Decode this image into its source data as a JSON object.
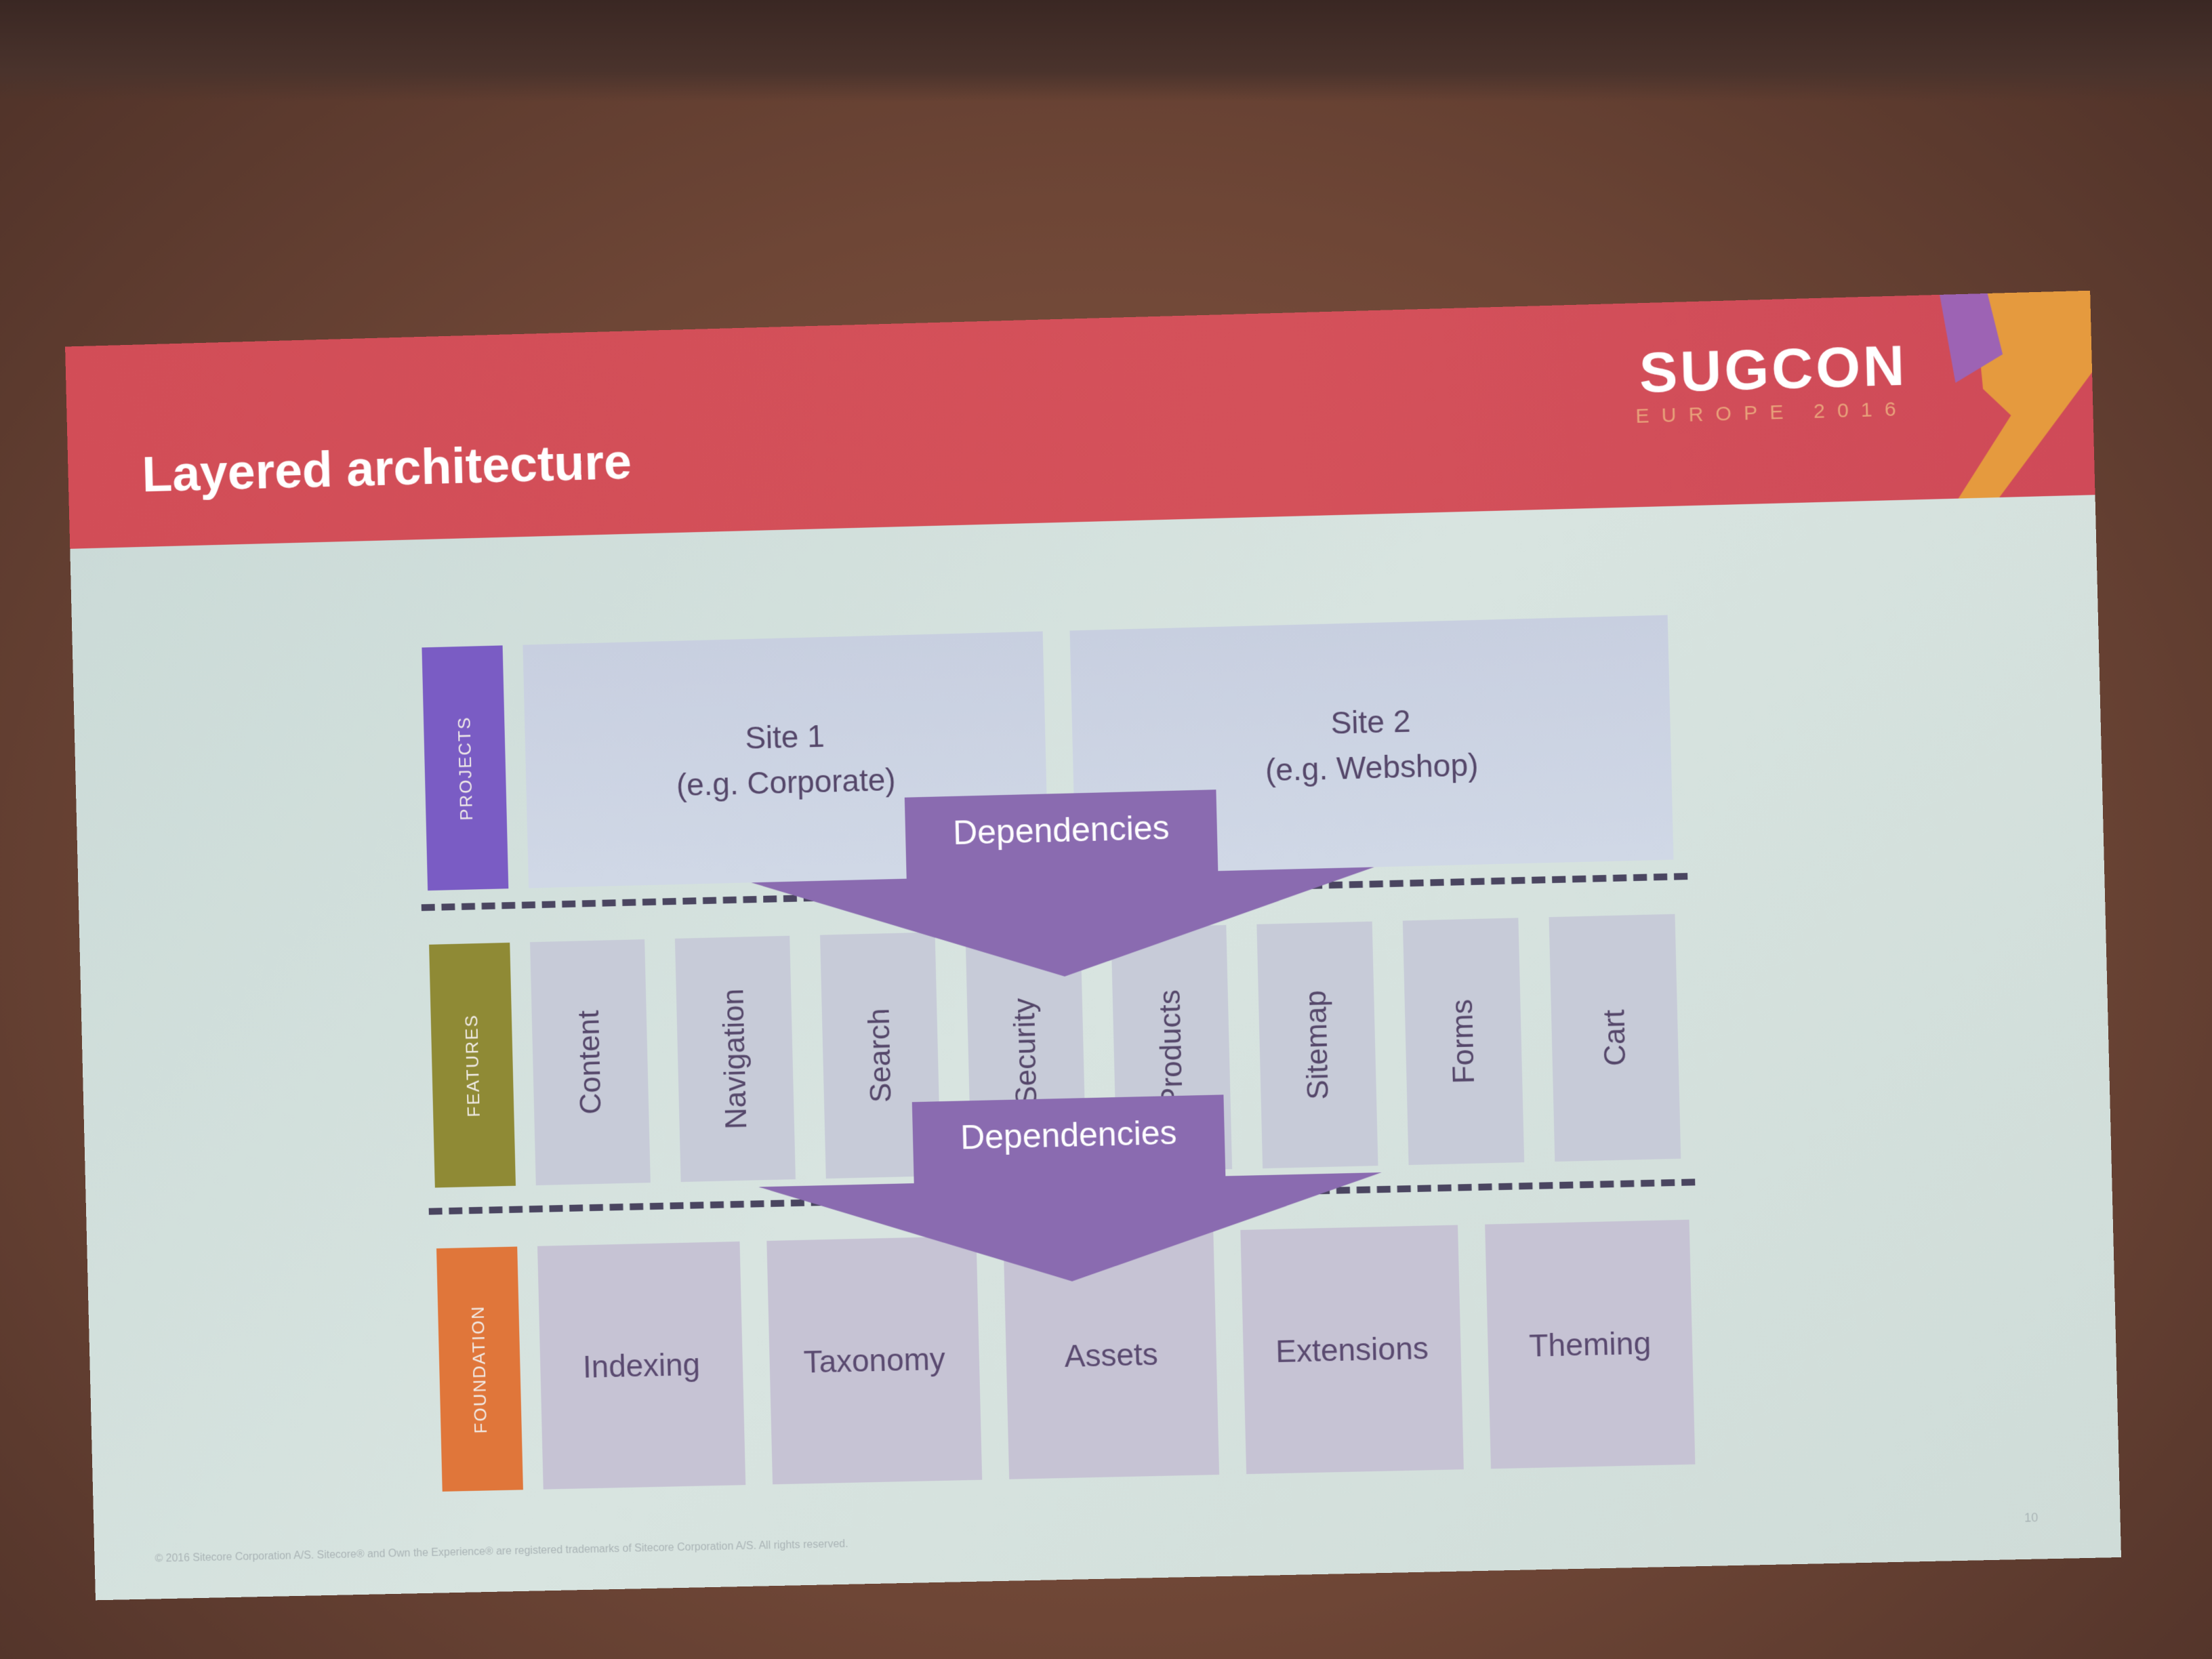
{
  "slide": {
    "title": "Layered architecture",
    "logo": {
      "main": "SUGCON",
      "sub": "EUROPE 2016"
    },
    "footer": "© 2016 Sitecore Corporation A/S. Sitecore® and Own the Experience® are registered trademarks of Sitecore Corporation A/S. All rights reserved.",
    "page_number": "10"
  },
  "colors": {
    "header": "#d24d57",
    "projects": "#7a5cc4",
    "features": "#8f8a35",
    "foundation": "#e0763a",
    "arrow": "#8a6bb0",
    "box": "#c7cbd8"
  },
  "layers": {
    "projects": {
      "label": "PROJECTS",
      "sites": [
        {
          "name": "Site 1",
          "note": "(e.g. Corporate)"
        },
        {
          "name": "Site 2",
          "note": "(e.g. Webshop)"
        }
      ]
    },
    "features": {
      "label": "FEATURES",
      "items": [
        "Content",
        "Navigation",
        "Search",
        "Security",
        "Products",
        "Sitemap",
        "Forms",
        "Cart"
      ]
    },
    "foundation": {
      "label": "FOUNDATION",
      "items": [
        "Indexing",
        "Taxonomy",
        "Assets",
        "Extensions",
        "Theming"
      ]
    }
  },
  "arrows": [
    "Dependencies",
    "Dependencies"
  ]
}
